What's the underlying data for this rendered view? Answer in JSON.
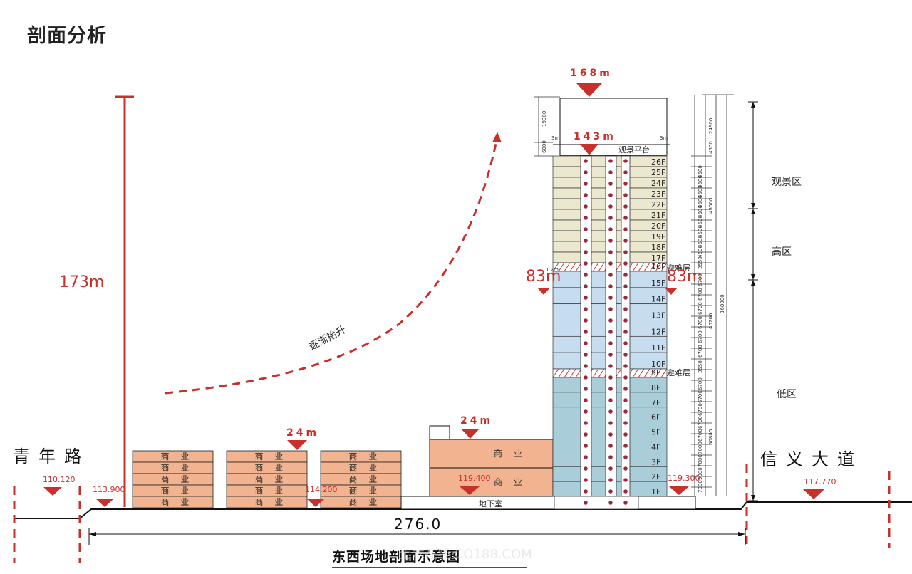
{
  "page_title": "剖面分析",
  "heights": {
    "total": "173m",
    "tower_top": "168m",
    "observation": "143m",
    "tower_mid_left": "83m",
    "tower_mid_right": "83m",
    "podium_top": "24m",
    "retail_top": "24m"
  },
  "rising_label": "逐渐抬升",
  "roads": {
    "west": "青年路",
    "east": "信义大道"
  },
  "elevations": {
    "west_road": "110.120",
    "site_west": "113.900",
    "retail_mid": "114.200",
    "podium": "119.400",
    "tower_base": "119.300",
    "east_road": "117.770"
  },
  "zones": {
    "observation": "观景区",
    "high": "高区",
    "low": "低区"
  },
  "tower": {
    "observation_deck": "观景平台",
    "refuge_floor": "避难层",
    "refuge_floor_upper": "避难层",
    "setback_left": "3m",
    "setback_right": "3m",
    "setback_mid": "1.2m",
    "floors": [
      "26F",
      "25F",
      "24F",
      "23F",
      "22F",
      "21F",
      "20F",
      "19F",
      "18F",
      "17F",
      "16F",
      "15F",
      "14F",
      "13F",
      "12F",
      "11F",
      "10F",
      "9F",
      "8F",
      "7F",
      "6F",
      "5F",
      "4F",
      "3F",
      "2F",
      "1F"
    ]
  },
  "retail_label": "商 业",
  "podium_label": "商 业",
  "basement": "地下室",
  "site_width": "276.0",
  "diagram_title": "东西场地剖面示意图",
  "watermark": "土木在线 CO188.COM",
  "dims": {
    "top_left": [
      "19900",
      "6000"
    ],
    "right_total": "168000",
    "right_upper": "24900",
    "right_obs": "4500",
    "right_high": "45000",
    "right_low1": "40200",
    "right_low2": "50800",
    "right_floor_high": [
      "4500",
      "4500",
      "4500",
      "4500",
      "4500",
      "4500",
      "4500",
      "4500",
      "4500"
    ],
    "right_refuge": "3550",
    "right_floor_mid": [
      "6700",
      "6700",
      "6700",
      "6700",
      "6700",
      "6700"
    ],
    "right_floor_low": [
      "6700",
      "6700",
      "6700",
      "6700",
      "6700",
      "7000",
      "7000",
      "5000",
      "7000"
    ]
  },
  "colors": {
    "red": "#c9302c",
    "retail": "#f1b390",
    "observation_zone": "#ece7cf",
    "high_zone": "#c6dcef",
    "low_zone": "#a9cdd9",
    "core": "#ffffff"
  }
}
